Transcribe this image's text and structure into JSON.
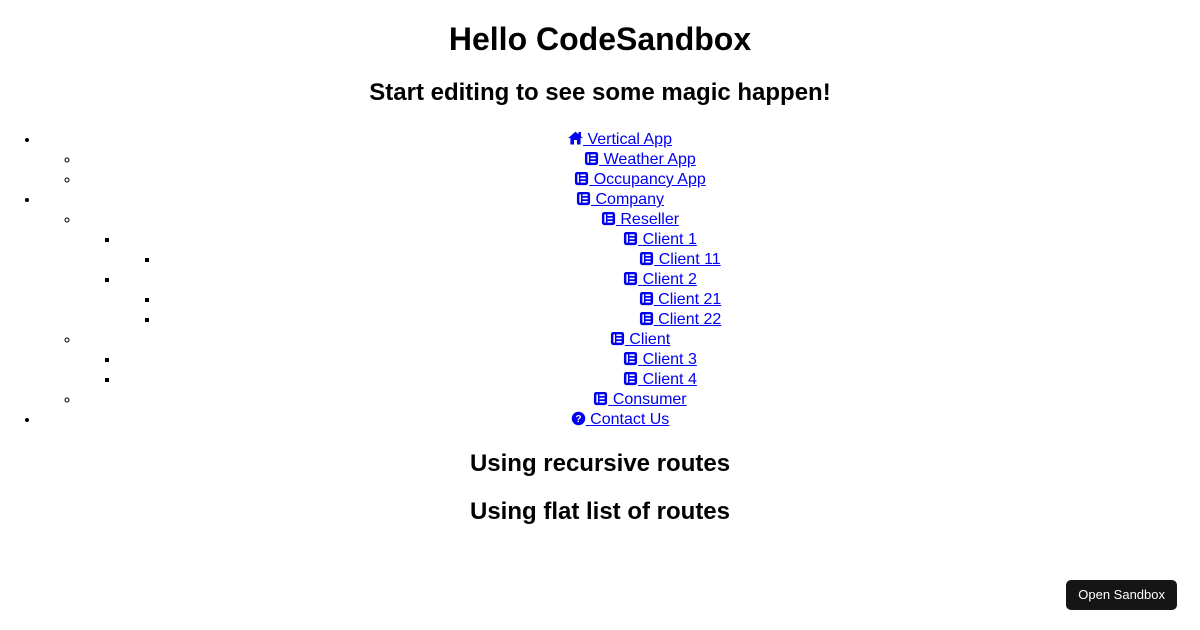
{
  "page": {
    "title": "Hello CodeSandbox",
    "subtitle": "Start editing to see some magic happen!",
    "sections": {
      "recursive": "Using recursive routes",
      "flat": "Using flat list of routes"
    }
  },
  "nav": {
    "items": [
      {
        "label": "Vertical App",
        "icon": "home-icon",
        "children": [
          {
            "label": "Weather App",
            "icon": "list-alt-icon",
            "children": []
          },
          {
            "label": "Occupancy App",
            "icon": "list-alt-icon",
            "children": []
          }
        ]
      },
      {
        "label": "Company",
        "icon": "list-alt-icon",
        "children": [
          {
            "label": "Reseller",
            "icon": "list-alt-icon",
            "children": [
              {
                "label": "Client 1",
                "icon": "list-alt-icon",
                "children": [
                  {
                    "label": "Client 11",
                    "icon": "list-alt-icon",
                    "children": []
                  }
                ]
              },
              {
                "label": "Client 2",
                "icon": "list-alt-icon",
                "children": [
                  {
                    "label": "Client 21",
                    "icon": "list-alt-icon",
                    "children": []
                  },
                  {
                    "label": "Client 22",
                    "icon": "list-alt-icon",
                    "children": []
                  }
                ]
              }
            ]
          },
          {
            "label": "Client",
            "icon": "list-alt-icon",
            "children": [
              {
                "label": "Client 3",
                "icon": "list-alt-icon",
                "children": []
              },
              {
                "label": "Client 4",
                "icon": "list-alt-icon",
                "children": []
              }
            ]
          },
          {
            "label": "Consumer",
            "icon": "list-alt-icon",
            "children": []
          }
        ]
      },
      {
        "label": "Contact Us",
        "icon": "question-circle-icon",
        "children": []
      }
    ]
  },
  "overlay": {
    "open_sandbox_label": "Open Sandbox"
  },
  "colors": {
    "link": "#0000EE",
    "text": "#000000",
    "background": "#FFFFFF",
    "button_bg": "#151515",
    "button_fg": "#FFFFFF"
  }
}
